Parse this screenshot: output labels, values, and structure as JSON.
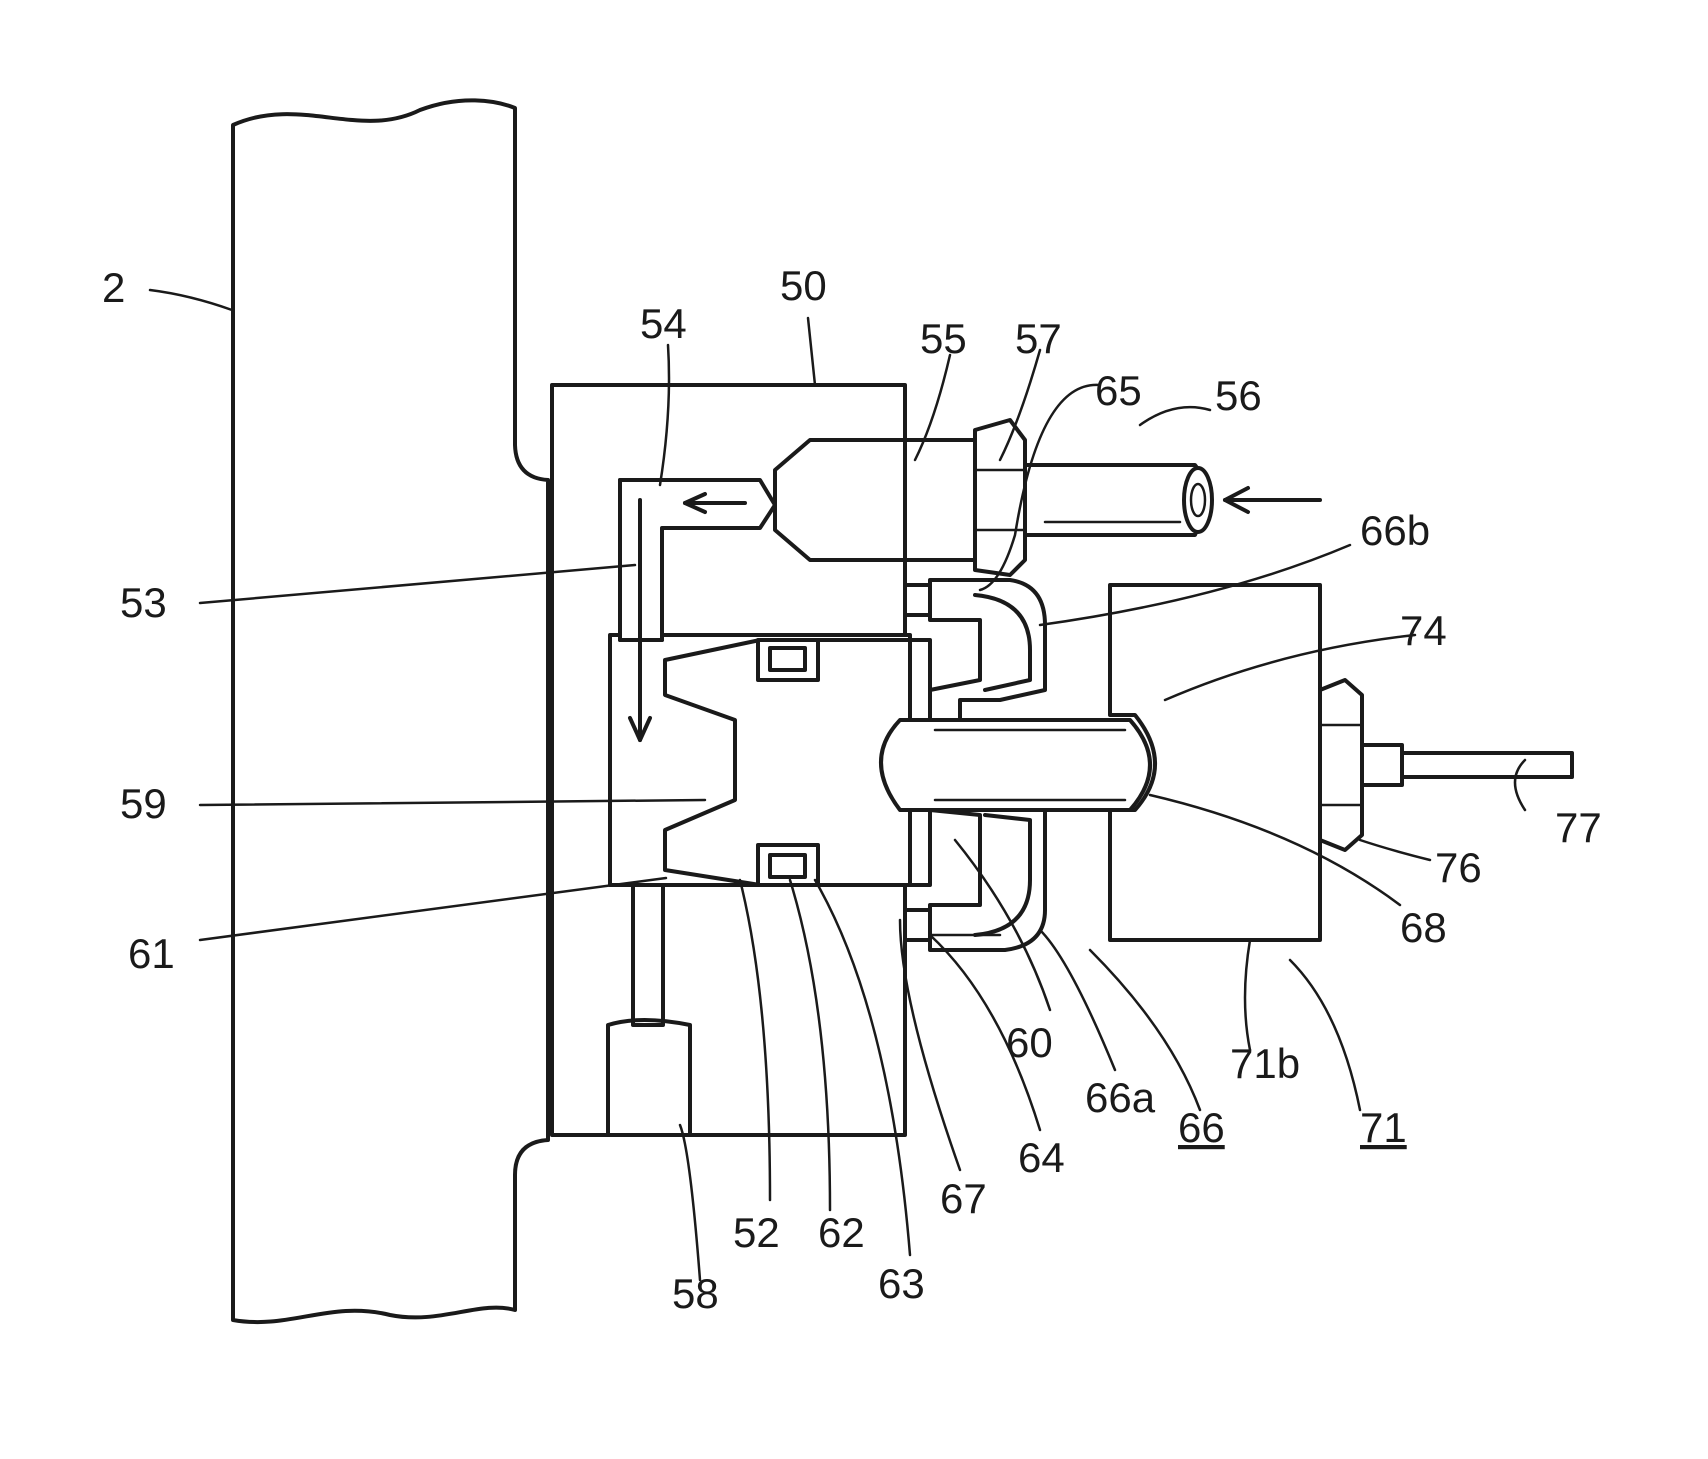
{
  "figure": {
    "labels": {
      "l2": "2",
      "l50": "50",
      "l54": "54",
      "l55": "55",
      "l57": "57",
      "l65": "65",
      "l56": "56",
      "l66b": "66b",
      "l53": "53",
      "l74": "74",
      "l59": "59",
      "l77": "77",
      "l76": "76",
      "l68": "68",
      "l61": "61",
      "l60": "60",
      "l66a": "66a",
      "l71b": "71b",
      "l66": "66",
      "l71": "71",
      "l64": "64",
      "l67": "67",
      "l52": "52",
      "l62": "62",
      "l63": "63",
      "l58": "58"
    }
  }
}
